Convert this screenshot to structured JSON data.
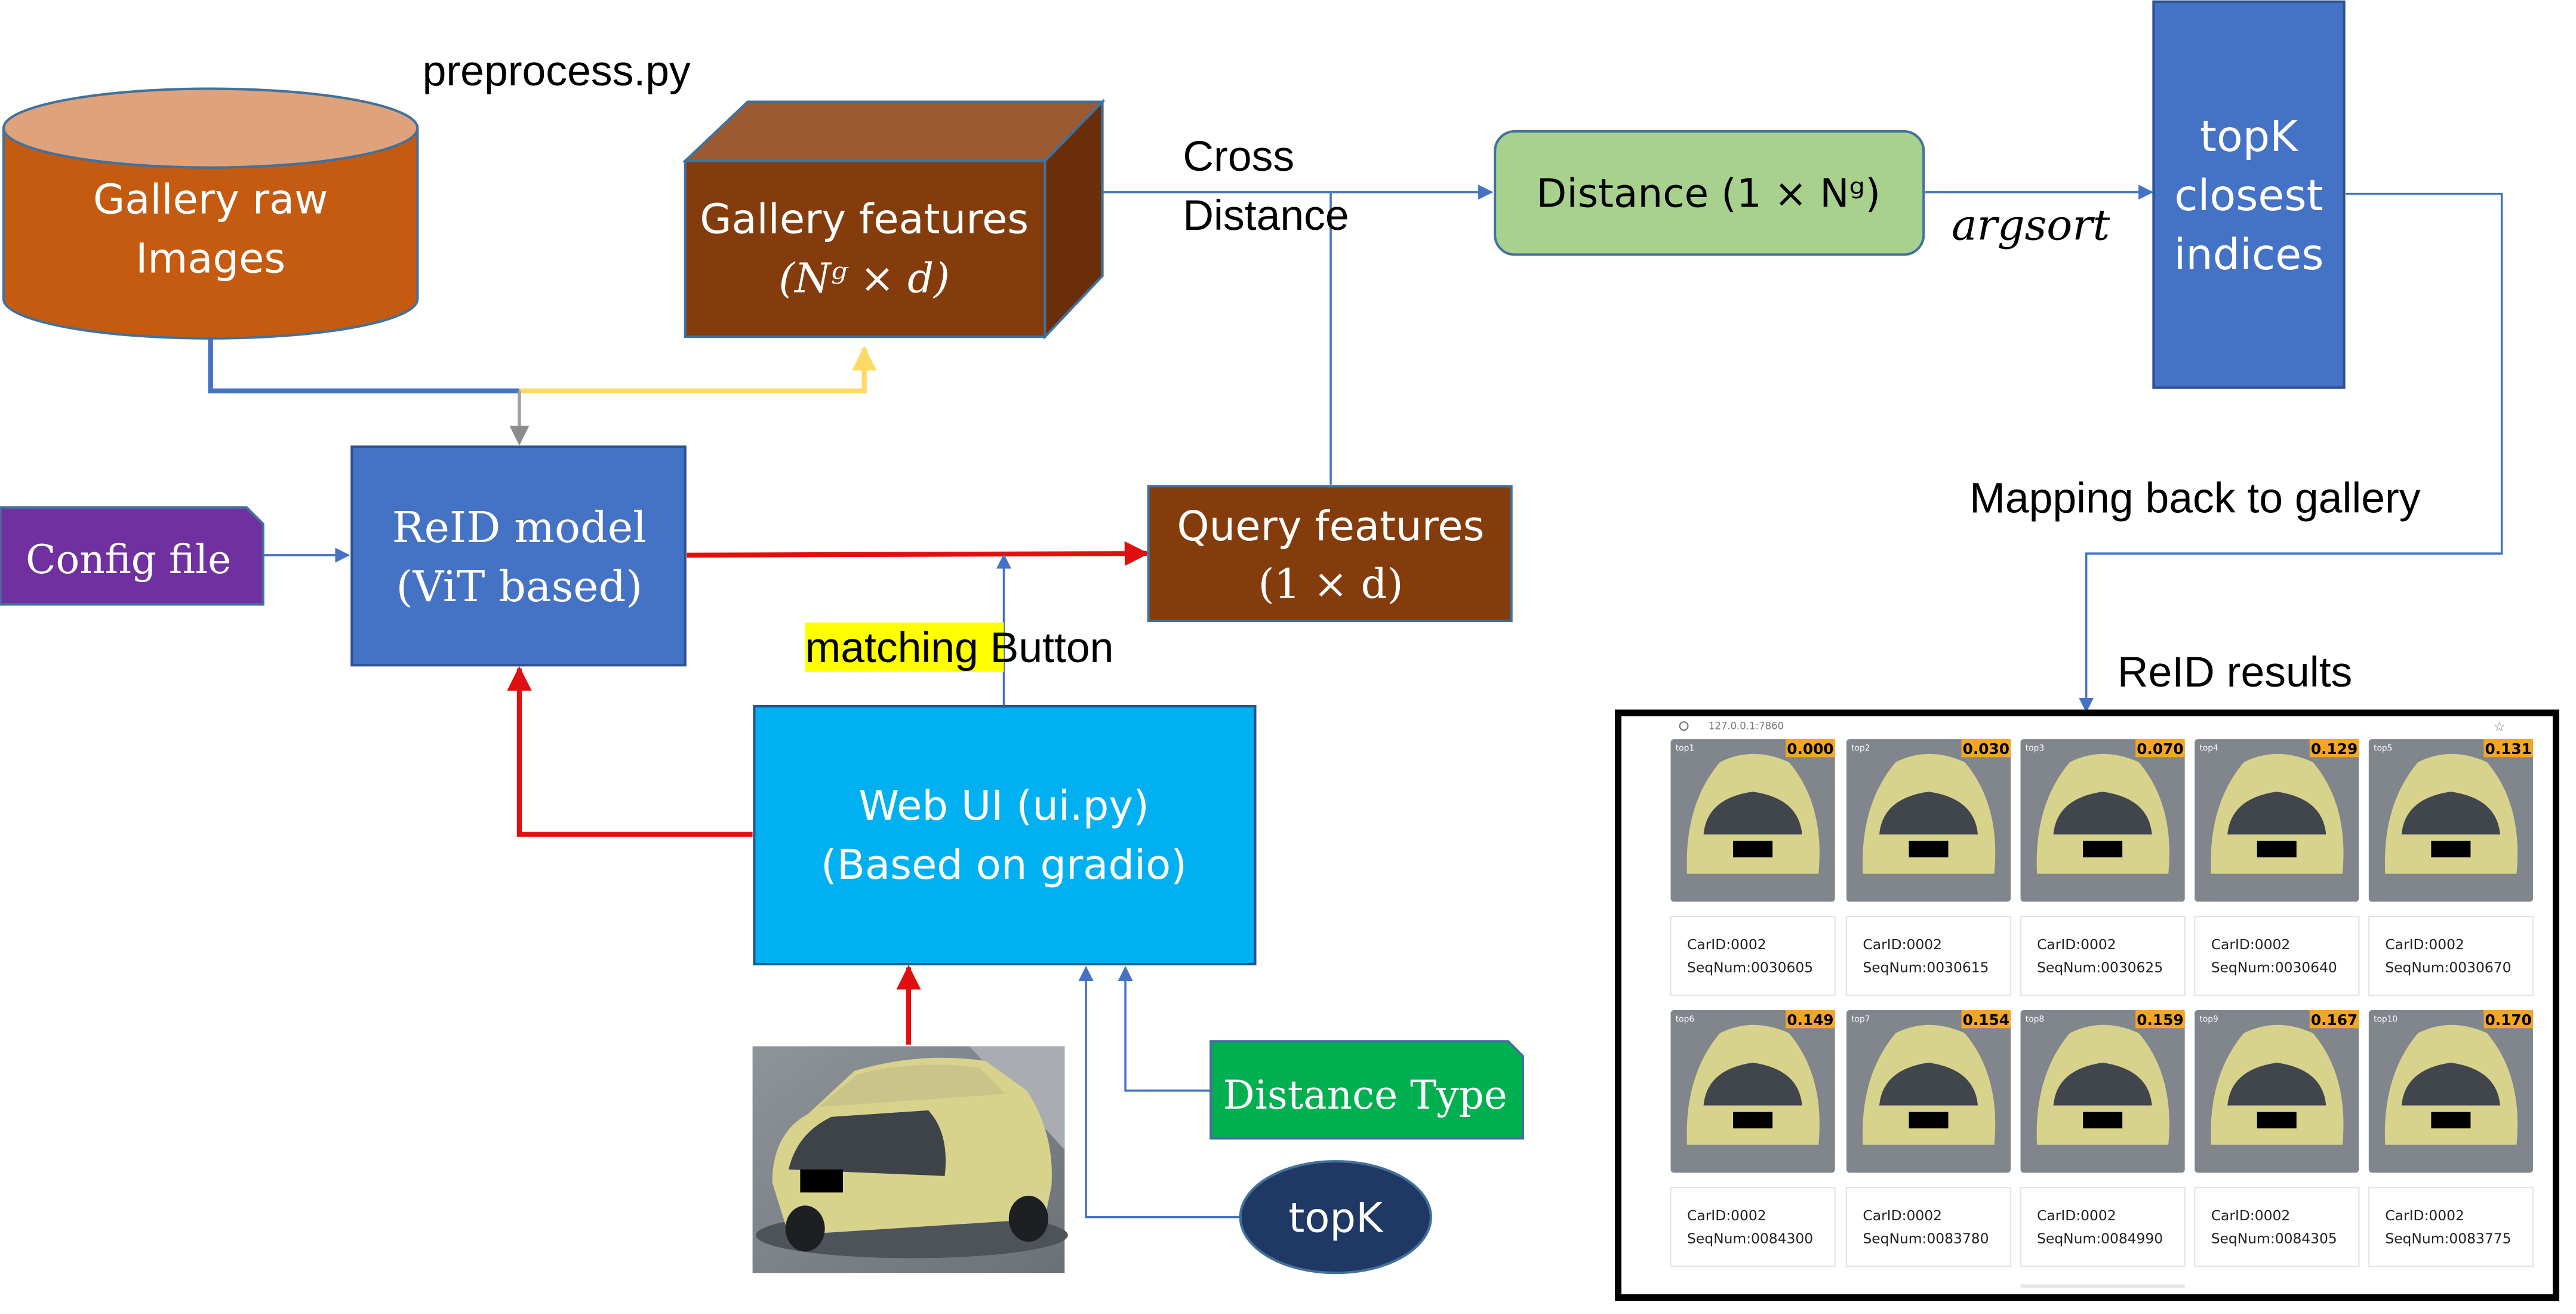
{
  "colors": {
    "gallery_raw": "#C55A11",
    "gallery_raw_top": "#DFA27A",
    "gallery_features_front": "#843C0C",
    "gallery_features_top": "#9C5A32",
    "gallery_features_side": "#6A2F08",
    "reid_model": "#4472C4",
    "query_features": "#843C0C",
    "web_ui": "#00B0F0",
    "config_file": "#7030A0",
    "distance_type": "#00B050",
    "topk_ellipse": "#1F3864",
    "distance_box": "#A9D18E",
    "topk_indices": "#4472C4",
    "connector_blue": "#4472C4",
    "arrow_red": "#E01010",
    "arrow_yellow": "#FFD966",
    "highlight": "#FFFF00",
    "score_badge": "#F5A623",
    "car_body": "#D7D38C"
  },
  "labels": {
    "preprocess": "preprocess.py",
    "cross_line1": "Cross",
    "cross_line2": "Distance",
    "argsort": "argsort",
    "mapping": "Mapping back to gallery",
    "reid_results": "ReID results",
    "matching_highlight": "matching",
    "matching_rest": " Button"
  },
  "nodes": {
    "gallery_raw": {
      "line1": "Gallery raw",
      "line2": "Images"
    },
    "gallery_features": {
      "line1": "Gallery features",
      "line2": "(Nᵍ × d)"
    },
    "reid_model": {
      "line1": "ReID model",
      "line2": "(ViT based)"
    },
    "query_features": {
      "line1": "Query features",
      "line2": "(1 × d)"
    },
    "web_ui": {
      "line1": "Web UI (ui.py)",
      "line2": "(Based on gradio)"
    },
    "config_file": {
      "label": "Config file"
    },
    "distance_type": {
      "label": "Distance Type"
    },
    "topk_input": {
      "label": "topK"
    },
    "distance": {
      "label": "Distance (1 × Nᵍ)"
    },
    "topk_indices": {
      "line1": "topK",
      "line2": "closest",
      "line3": "indices"
    }
  },
  "results_panel": {
    "url": "127.0.0.1:7860",
    "rows": [
      [
        {
          "tag": "top1",
          "score": "0.000",
          "carid": "CarID:0002",
          "seq": "SeqNum:0030605"
        },
        {
          "tag": "top2",
          "score": "0.030",
          "carid": "CarID:0002",
          "seq": "SeqNum:0030615"
        },
        {
          "tag": "top3",
          "score": "0.070",
          "carid": "CarID:0002",
          "seq": "SeqNum:0030625"
        },
        {
          "tag": "top4",
          "score": "0.129",
          "carid": "CarID:0002",
          "seq": "SeqNum:0030640"
        },
        {
          "tag": "top5",
          "score": "0.131",
          "carid": "CarID:0002",
          "seq": "SeqNum:0030670"
        }
      ],
      [
        {
          "tag": "top6",
          "score": "0.149",
          "carid": "CarID:0002",
          "seq": "SeqNum:0084300"
        },
        {
          "tag": "top7",
          "score": "0.154",
          "carid": "CarID:0002",
          "seq": "SeqNum:0083780"
        },
        {
          "tag": "top8",
          "score": "0.159",
          "carid": "CarID:0002",
          "seq": "SeqNum:0084990"
        },
        {
          "tag": "top9",
          "score": "0.167",
          "carid": "CarID:0002",
          "seq": "SeqNum:0084305"
        },
        {
          "tag": "top10",
          "score": "0.170",
          "carid": "CarID:0002",
          "seq": "SeqNum:0083775"
        }
      ]
    ]
  }
}
